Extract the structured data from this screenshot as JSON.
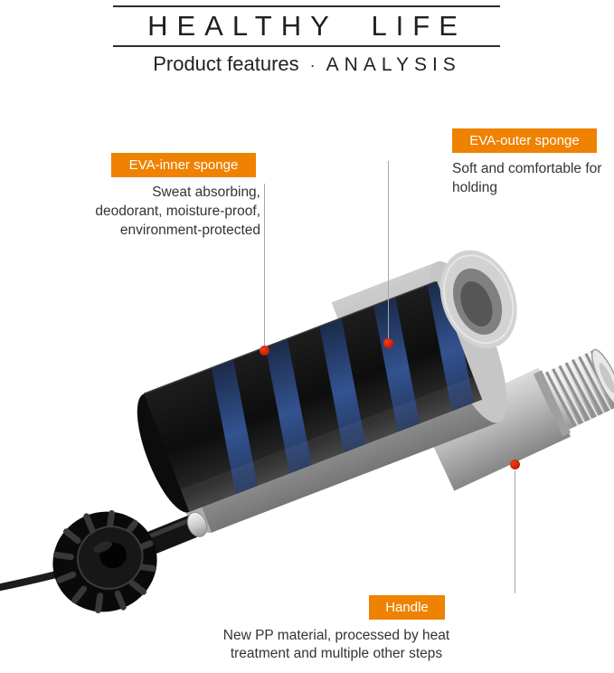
{
  "header": {
    "title": "HEALTHY  LIFE",
    "subtitle_left": "Product features",
    "subtitle_sep": "·",
    "subtitle_right": "ANALYSIS"
  },
  "callouts": {
    "inner": {
      "label": "EVA-inner sponge",
      "lines": [
        "Sweat absorbing,",
        "deodorant, moisture-proof,",
        "environment-protected"
      ]
    },
    "outer": {
      "label": "EVA-outer sponge",
      "lines": [
        "Soft and comfortable for",
        "holding"
      ]
    },
    "handle": {
      "label": "Handle",
      "lines": [
        "New PP material, processed by heat",
        "treatment and multiple other steps"
      ]
    }
  },
  "colors": {
    "accent_orange": "#EF8200",
    "marker_red": "#C81400",
    "leader_line": "#A8A8A8",
    "stripe_blue": "#33528F",
    "rule_dark": "#2E2E2E"
  }
}
